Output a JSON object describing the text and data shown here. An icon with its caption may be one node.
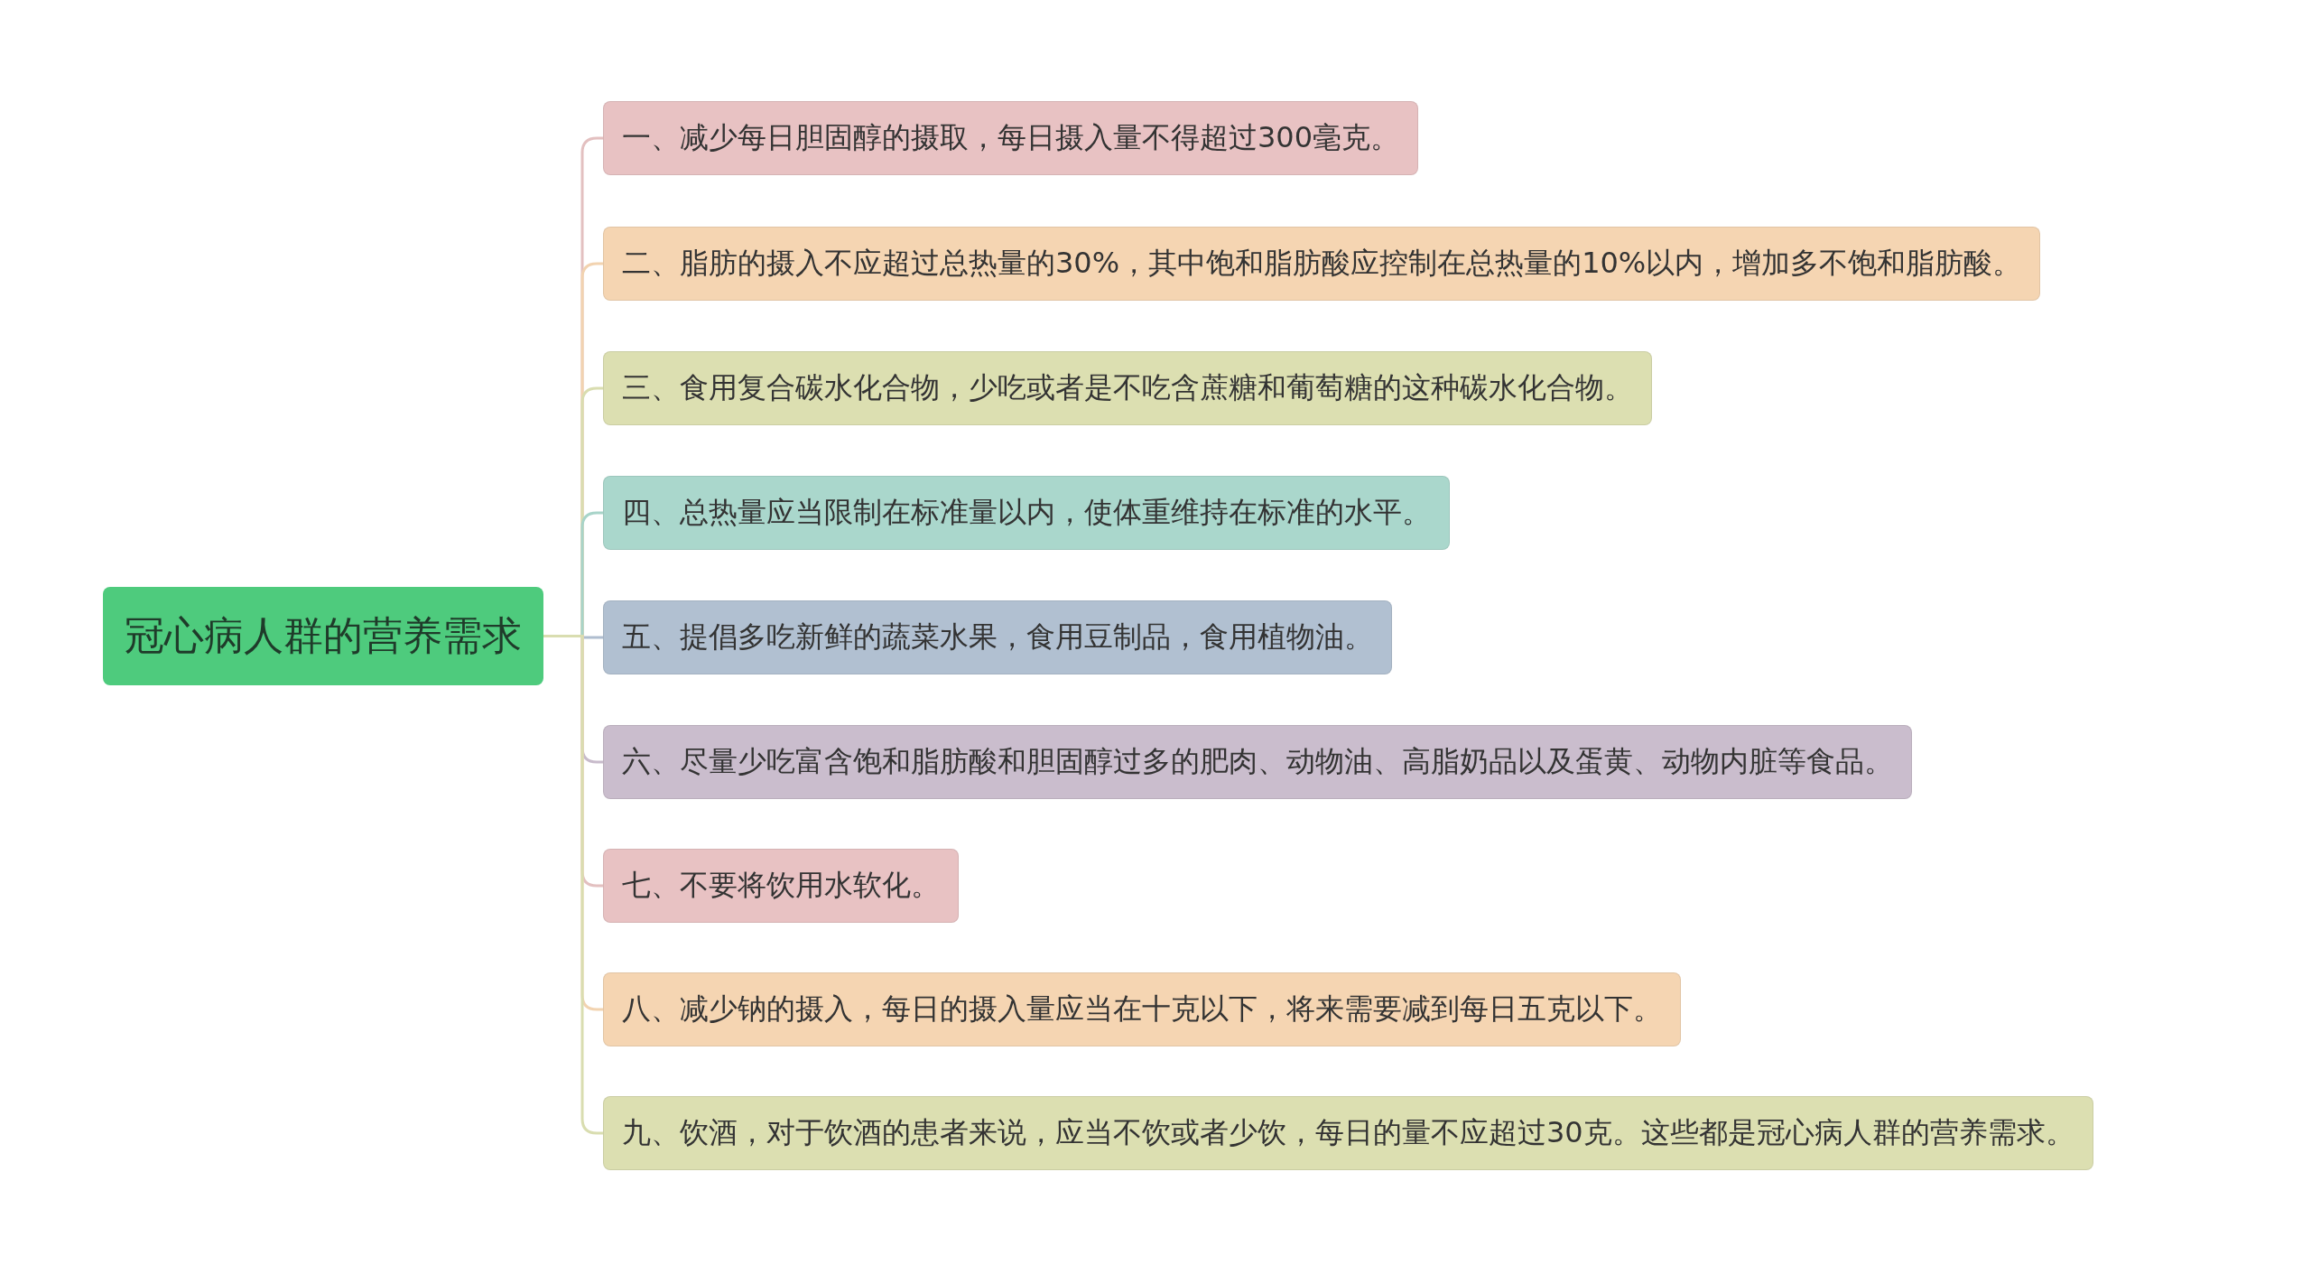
{
  "diagram": {
    "nodes": [
      {
        "text": [
          "冠心病人群的营养需求"
        ]
      },
      {
        "text": [
          "一、减少每日胆固醇的摄取，每日摄入量不得超过300毫克。"
        ]
      },
      {
        "text": [
          "二、脂肪的摄入不应超过总热量的30%，其中饱和脂肪酸应控制在总热量的10%以内，增加多不饱和脂肪酸。"
        ]
      },
      {
        "text": [
          "三、食用复合碳水化合物，少吃或者是不吃含蔗糖和葡萄糖的这种碳水化合物。"
        ]
      },
      {
        "text": [
          "四、总热量应当限制在标准量以内，使体重维持在标准的水平。"
        ]
      },
      {
        "text": [
          "五、提倡多吃新鲜的蔬菜水果，食用豆制品，食用植物油。"
        ]
      },
      {
        "text": [
          "六、尽量少吃富含饱和脂肪酸和胆固醇过多的肥肉、动物油、高脂奶品以及蛋黄、动物内脏等食品。"
        ]
      },
      {
        "text": [
          "七、不要将饮用水软化。"
        ]
      },
      {
        "text": [
          "八、减少钠的摄入，每日的摄入量应当在十克以下，将来需要减到每日五克以下。"
        ]
      },
      {
        "text": [
          "九、饮酒，对于饮酒的患者来说，应当不饮或者少饮，每日的量不应超过30克。这些都是冠心病人群的营养需求。"
        ]
      }
    ],
    "edges": [
      {
        "from": 0,
        "to": 1,
        "arrow": "none",
        "color": "#e3c0c0"
      },
      {
        "from": 0,
        "to": 2,
        "arrow": "none",
        "color": "#f2d3b0"
      },
      {
        "from": 0,
        "to": 3,
        "arrow": "none",
        "color": "#d9ddb0"
      },
      {
        "from": 0,
        "to": 4,
        "arrow": "none",
        "color": "#a8d4c9"
      },
      {
        "from": 0,
        "to": 5,
        "arrow": "none",
        "color": "#afbdcf"
      },
      {
        "from": 0,
        "to": 6,
        "arrow": "none",
        "color": "#c8bbcb"
      },
      {
        "from": 0,
        "to": 7,
        "arrow": "none",
        "color": "#e3c0c0"
      },
      {
        "from": 0,
        "to": 8,
        "arrow": "none",
        "color": "#f2d3b0"
      },
      {
        "from": 0,
        "to": 9,
        "arrow": "none",
        "color": "#d9ddb0"
      }
    ]
  }
}
